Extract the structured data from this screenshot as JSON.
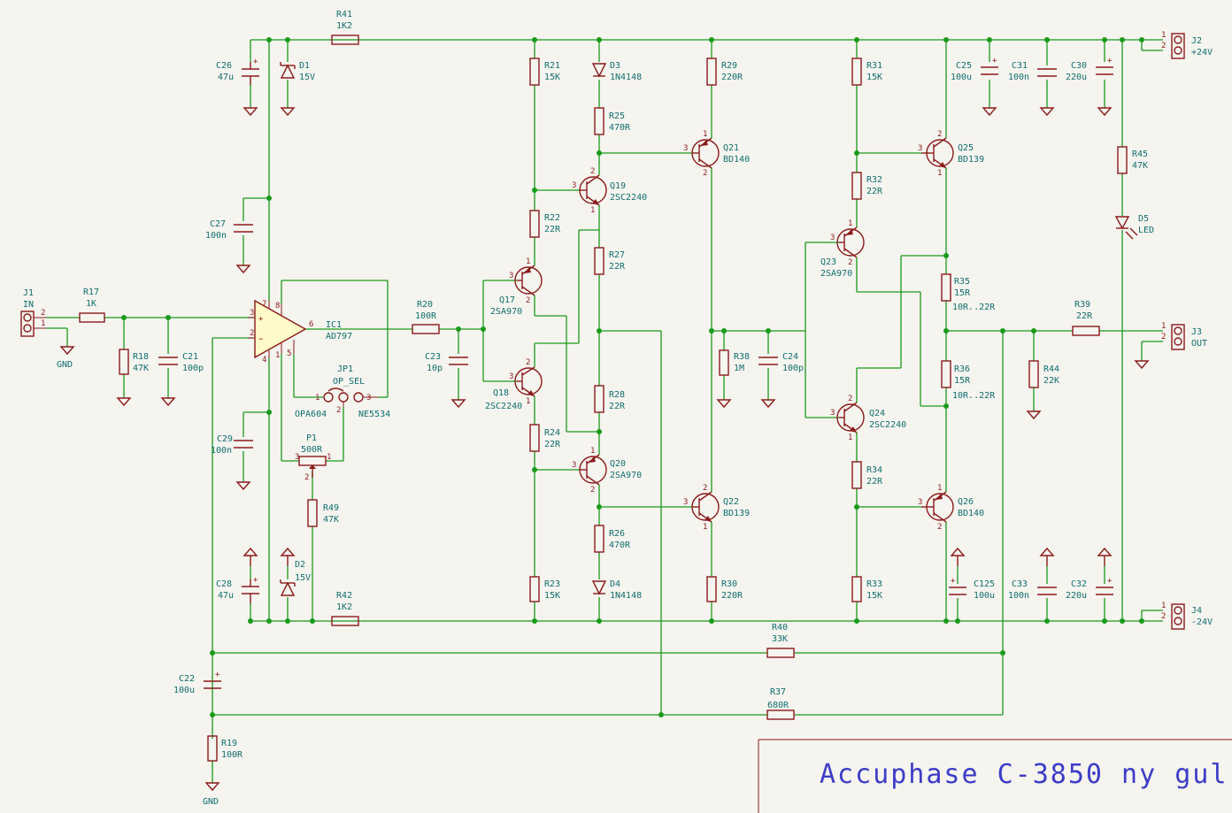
{
  "title": "Accuphase C-3850 ny gul",
  "connectors": {
    "j1": {
      "ref": "J1",
      "value": "IN",
      "gnd": "GND",
      "p1": "1",
      "p2": "2"
    },
    "j2": {
      "ref": "J2",
      "value": "+24V",
      "p1": "1",
      "p2": "2"
    },
    "j3": {
      "ref": "J3",
      "value": "OUT",
      "p1": "1",
      "p2": "2"
    },
    "j4": {
      "ref": "J4",
      "value": "-24V",
      "p1": "1",
      "p2": "2"
    }
  },
  "resistors": {
    "r17": {
      "ref": "R17",
      "value": "1K"
    },
    "r18": {
      "ref": "R18",
      "value": "47K"
    },
    "r19": {
      "ref": "R19",
      "value": "100R"
    },
    "r20": {
      "ref": "R20",
      "value": "100R"
    },
    "r21": {
      "ref": "R21",
      "value": "15K"
    },
    "r22": {
      "ref": "R22",
      "value": "22R"
    },
    "r23": {
      "ref": "R23",
      "value": "15K"
    },
    "r24": {
      "ref": "R24",
      "value": "22R"
    },
    "r25": {
      "ref": "R25",
      "value": "470R"
    },
    "r26": {
      "ref": "R26",
      "value": "470R"
    },
    "r27": {
      "ref": "R27",
      "value": "22R"
    },
    "r28": {
      "ref": "R28",
      "value": "22R"
    },
    "r29": {
      "ref": "R29",
      "value": "220R"
    },
    "r30": {
      "ref": "R30",
      "value": "220R"
    },
    "r31": {
      "ref": "R31",
      "value": "15K"
    },
    "r32": {
      "ref": "R32",
      "value": "22R"
    },
    "r33": {
      "ref": "R33",
      "value": "15K"
    },
    "r34": {
      "ref": "R34",
      "value": "22R"
    },
    "r35": {
      "ref": "R35",
      "value": "15R",
      "note": "10R..22R"
    },
    "r36": {
      "ref": "R36",
      "value": "15R",
      "note": "10R..22R"
    },
    "r37": {
      "ref": "R37",
      "value": "680R"
    },
    "r38": {
      "ref": "R38",
      "value": "1M"
    },
    "r39": {
      "ref": "R39",
      "value": "22R"
    },
    "r40": {
      "ref": "R40",
      "value": "33K"
    },
    "r41": {
      "ref": "R41",
      "value": "1K2"
    },
    "r42": {
      "ref": "R42",
      "value": "1K2"
    },
    "r44": {
      "ref": "R44",
      "value": "22K"
    },
    "r45": {
      "ref": "R45",
      "value": "47K"
    },
    "r49": {
      "ref": "R49",
      "value": "47K"
    },
    "p1": {
      "ref": "P1",
      "value": "500R"
    }
  },
  "capacitors": {
    "c21": {
      "ref": "C21",
      "value": "100p"
    },
    "c22": {
      "ref": "C22",
      "value": "100u"
    },
    "c23": {
      "ref": "C23",
      "value": "10p"
    },
    "c24": {
      "ref": "C24",
      "value": "100p"
    },
    "c25": {
      "ref": "C25",
      "value": "100u"
    },
    "c26": {
      "ref": "C26",
      "value": "47u"
    },
    "c27": {
      "ref": "C27",
      "value": "100n"
    },
    "c28": {
      "ref": "C28",
      "value": "47u"
    },
    "c29": {
      "ref": "C29",
      "value": "100n"
    },
    "c30": {
      "ref": "C30",
      "value": "220u"
    },
    "c31": {
      "ref": "C31",
      "value": "100n"
    },
    "c32": {
      "ref": "C32",
      "value": "220u"
    },
    "c33": {
      "ref": "C33",
      "value": "100n"
    },
    "c125": {
      "ref": "C125",
      "value": "100u"
    }
  },
  "diodes": {
    "d1": {
      "ref": "D1",
      "value": "15V"
    },
    "d2": {
      "ref": "D2",
      "value": "15V"
    },
    "d3": {
      "ref": "D3",
      "value": "1N4148"
    },
    "d4": {
      "ref": "D4",
      "value": "1N4148"
    },
    "d5": {
      "ref": "D5",
      "value": "LED"
    }
  },
  "transistors": {
    "q17": {
      "ref": "Q17",
      "value": "2SA970"
    },
    "q18": {
      "ref": "Q18",
      "value": "2SC2240"
    },
    "q19": {
      "ref": "Q19",
      "value": "2SC2240"
    },
    "q20": {
      "ref": "Q20",
      "value": "2SA970"
    },
    "q21": {
      "ref": "Q21",
      "value": "BD140"
    },
    "q22": {
      "ref": "Q22",
      "value": "BD139"
    },
    "q23": {
      "ref": "Q23",
      "value": "2SA970"
    },
    "q24": {
      "ref": "Q24",
      "value": "2SC2240"
    },
    "q25": {
      "ref": "Q25",
      "value": "BD139"
    },
    "q26": {
      "ref": "Q26",
      "value": "BD140"
    }
  },
  "opamp": {
    "ref": "IC1",
    "value": "AD797",
    "pins": {
      "p2": "2",
      "p3": "3",
      "p4": "4",
      "p6": "6",
      "p7": "7",
      "p8": "8",
      "p1": "1",
      "p5": "5"
    }
  },
  "jumper": {
    "ref": "JP1",
    "value": "OP_SEL",
    "left": "OPA604",
    "right": "NE5534",
    "p1": "1",
    "p2": "2",
    "p3": "3"
  },
  "gnd_label": "GND",
  "pin_numbers": {
    "one": "1",
    "two": "2",
    "three": "3"
  }
}
